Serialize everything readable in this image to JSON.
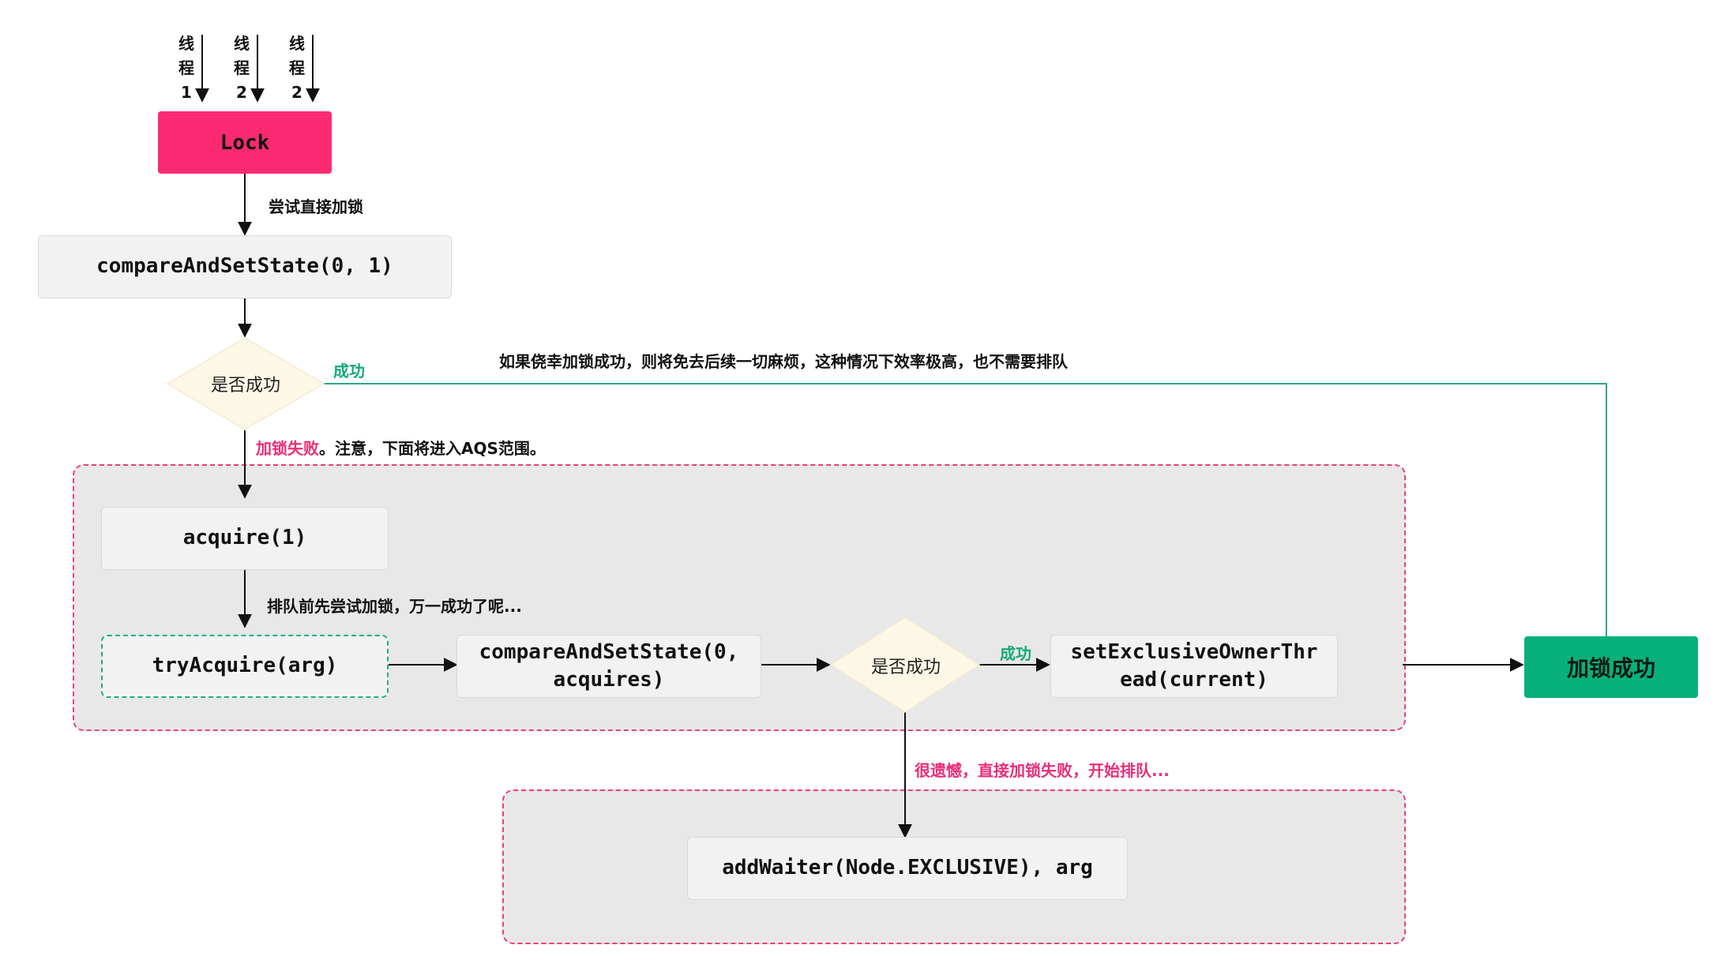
{
  "threads": [
    {
      "chars": [
        "线",
        "程",
        "1"
      ]
    },
    {
      "chars": [
        "线",
        "程",
        "2"
      ]
    },
    {
      "chars": [
        "线",
        "程",
        "2"
      ]
    }
  ],
  "nodes": {
    "lock": "Lock",
    "cas_top": "compareAndSetState(0, 1)",
    "decision_top": "是否成功",
    "acquire": "acquire(1)",
    "try_acquire": "tryAcquire(arg)",
    "cas_inner": "compareAndSetState(0,\n acquires)",
    "decision_inner": "是否成功",
    "set_owner": "setExclusiveOwnerThr\nead(current)",
    "add_waiter": "addWaiter(Node.EXCLUSIVE), arg",
    "lock_success": "加锁成功"
  },
  "labels": {
    "try_direct": "尝试直接加锁",
    "success_top": "成功",
    "lucky_note": "如果侥幸加锁成功，则将免去后续一切麻烦，这种情况下效率极高，也不需要排队",
    "fail_red": "加锁失败",
    "fail_rest": "。注意，下面将进入AQS范围。",
    "try_before_queue": "排队前先尝试加锁，万一成功了呢...",
    "success_inner": "成功",
    "regret": "很遗憾，直接加锁失败，开始排队..."
  },
  "colors": {
    "lock": "#fc2a72",
    "success_box": "#08b07b",
    "success_line": "#2aa886",
    "region_border": "#ea3f77",
    "decision_fill": "#fdf7e6",
    "box_fill": "#f2f2f2",
    "region_fill": "#e8e8e8"
  }
}
